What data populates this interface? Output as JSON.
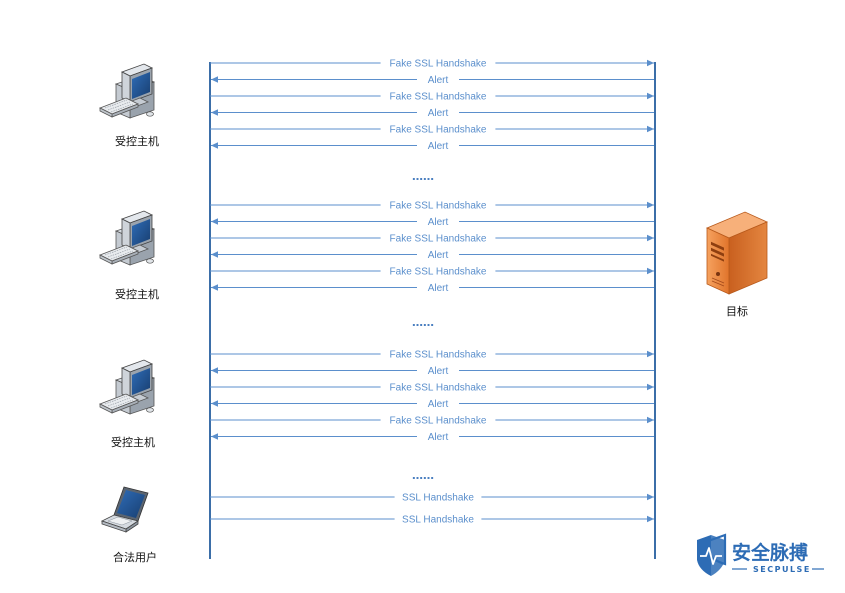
{
  "nodes": {
    "host1": "受控主机",
    "host2": "受控主机",
    "host3": "受控主机",
    "legit_user": "合法用户",
    "target": "目标"
  },
  "ellipsis": "……",
  "groups": [
    {
      "messages": [
        {
          "text": "Fake SSL Handshake",
          "dir": "right"
        },
        {
          "text": "Alert",
          "dir": "left"
        },
        {
          "text": "Fake SSL Handshake",
          "dir": "right"
        },
        {
          "text": "Alert",
          "dir": "left"
        },
        {
          "text": "Fake SSL Handshake",
          "dir": "right"
        },
        {
          "text": "Alert",
          "dir": "left"
        }
      ]
    },
    {
      "messages": [
        {
          "text": "Fake SSL Handshake",
          "dir": "right"
        },
        {
          "text": "Alert",
          "dir": "left"
        },
        {
          "text": "Fake SSL Handshake",
          "dir": "right"
        },
        {
          "text": "Alert",
          "dir": "left"
        },
        {
          "text": "Fake SSL Handshake",
          "dir": "right"
        },
        {
          "text": "Alert",
          "dir": "left"
        }
      ]
    },
    {
      "messages": [
        {
          "text": "Fake SSL Handshake",
          "dir": "right"
        },
        {
          "text": "Alert",
          "dir": "left"
        },
        {
          "text": "Fake SSL Handshake",
          "dir": "right"
        },
        {
          "text": "Alert",
          "dir": "left"
        },
        {
          "text": "Fake SSL Handshake",
          "dir": "right"
        },
        {
          "text": "Alert",
          "dir": "left"
        }
      ]
    },
    {
      "messages": [
        {
          "text": "SSL Handshake",
          "dir": "right"
        },
        {
          "text": "SSL Handshake",
          "dir": "right"
        }
      ]
    }
  ],
  "logo": {
    "name": "安全脉搏",
    "sub": "SECPULSE",
    "color": "#2d6cb5"
  },
  "colors": {
    "arrow": "#5b8fcc",
    "lifeline": "#3b6ea8",
    "server": "#e8823a"
  }
}
